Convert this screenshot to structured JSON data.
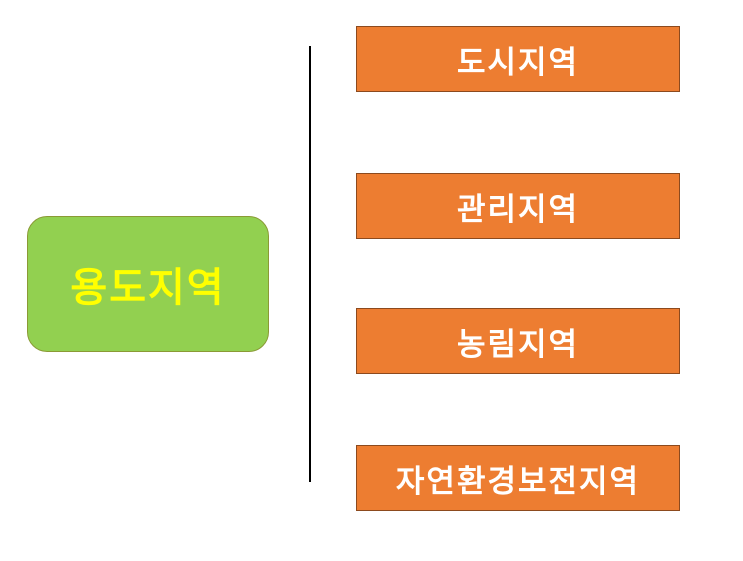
{
  "root": {
    "label": "용도지역",
    "fill_color": "#92d050",
    "text_color": "#ffff00"
  },
  "children": [
    {
      "label": "도시지역"
    },
    {
      "label": "관리지역"
    },
    {
      "label": "농림지역"
    },
    {
      "label": "자연환경보전지역"
    }
  ],
  "colors": {
    "child_fill": "#ed7d31",
    "child_text": "#ffffff",
    "divider": "#000000",
    "background": "#ffffff"
  }
}
